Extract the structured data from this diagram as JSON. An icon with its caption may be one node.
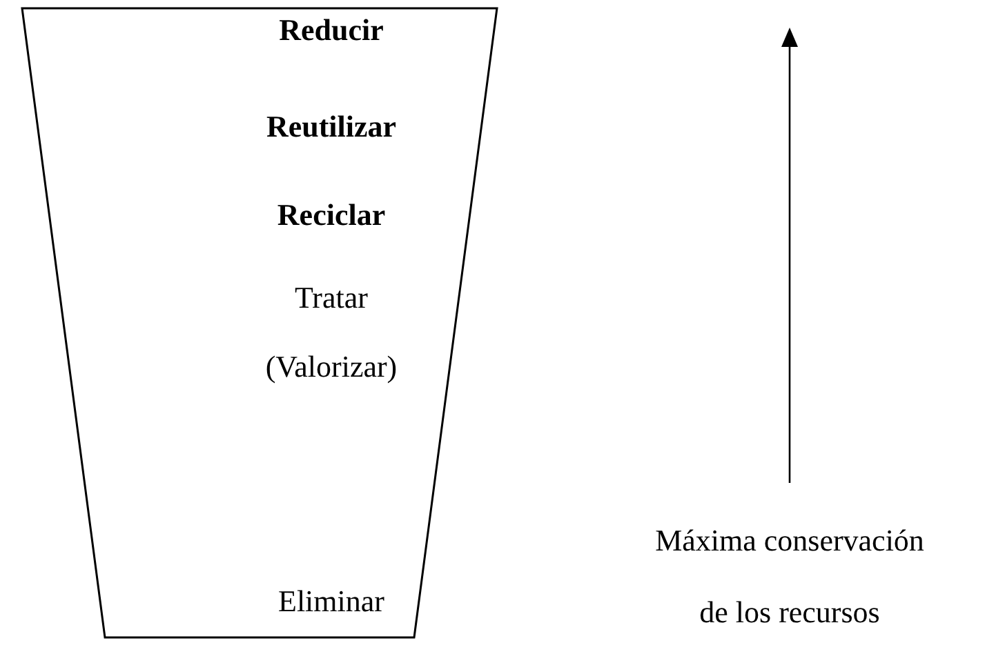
{
  "diagram": {
    "nodes": [
      {
        "text": [
          "Reducir",
          "Reutilizar",
          "Reciclar",
          "Tratar (Valorizar)",
          "Eliminar"
        ]
      }
    ],
    "edges": [],
    "labels": [
      "Máxima conservación de los recursos"
    ]
  }
}
